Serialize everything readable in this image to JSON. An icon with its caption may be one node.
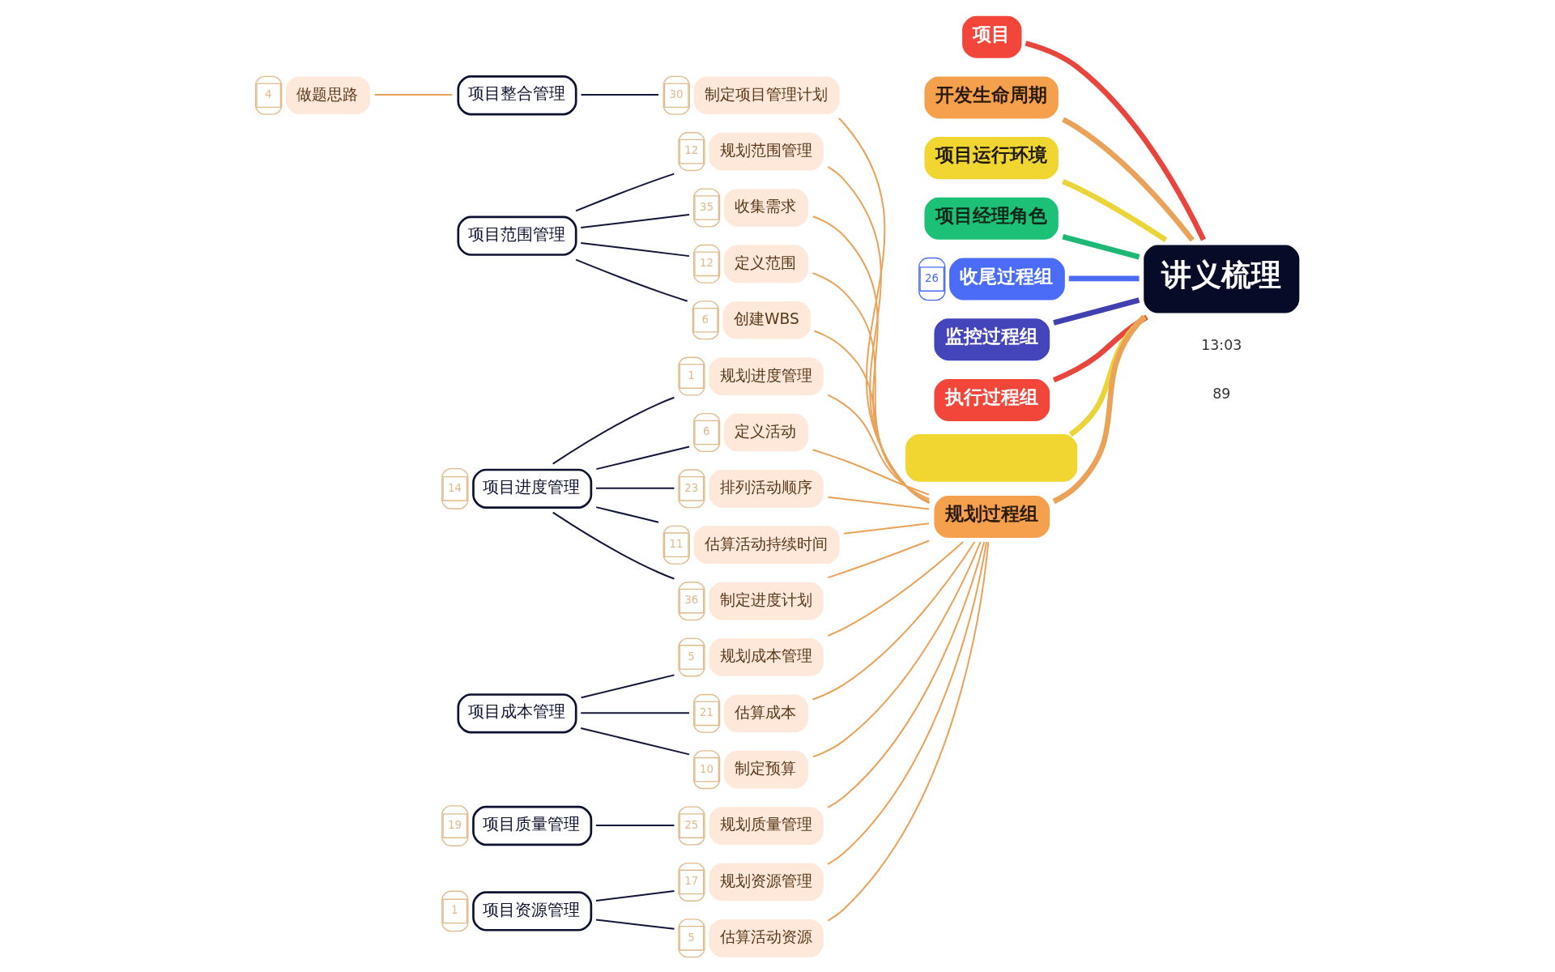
{
  "diagram": {
    "nodes": [
      {
        "text": [
          "讲义梳理"
        ]
      },
      {
        "text": [
          "项目"
        ]
      },
      {
        "text": [
          "开发生命周期"
        ]
      },
      {
        "text": [
          "项目运行环境"
        ]
      },
      {
        "text": [
          "项目经理角色"
        ]
      },
      {
        "text": [
          "收尾过程组"
        ],
        "beside": [
          "26"
        ]
      },
      {
        "text": [
          "监控过程组"
        ]
      },
      {
        "text": [
          "执行过程组"
        ]
      },
      {
        "text": [],
        "shape": "box"
      },
      {
        "text": [
          "规划过程组"
        ]
      },
      {
        "text": [
          "项目整合管理"
        ]
      },
      {
        "text": [
          "做题思路"
        ],
        "beside": [
          "4"
        ]
      },
      {
        "text": [
          "制定项目管理计划"
        ],
        "beside": [
          "30"
        ]
      },
      {
        "text": [
          "项目范围管理"
        ]
      },
      {
        "text": [
          "规划范围管理"
        ],
        "beside": [
          "12"
        ]
      },
      {
        "text": [
          "收集需求"
        ],
        "beside": [
          "35"
        ]
      },
      {
        "text": [
          "定义范围"
        ],
        "beside": [
          "12"
        ]
      },
      {
        "text": [
          "创建WBS"
        ],
        "beside": [
          "6"
        ]
      },
      {
        "text": [
          "项目进度管理"
        ],
        "beside": [
          "14"
        ]
      },
      {
        "text": [
          "规划进度管理"
        ],
        "beside": [
          "1"
        ]
      },
      {
        "text": [
          "定义活动"
        ],
        "beside": [
          "6"
        ]
      },
      {
        "text": [
          "排列活动顺序"
        ],
        "beside": [
          "23"
        ]
      },
      {
        "text": [
          "估算活动持续时间"
        ],
        "beside": [
          "11"
        ]
      },
      {
        "text": [
          "制定进度计划"
        ],
        "beside": [
          "36"
        ]
      },
      {
        "text": [
          "项目成本管理"
        ]
      },
      {
        "text": [
          "规划成本管理"
        ],
        "beside": [
          "5"
        ]
      },
      {
        "text": [
          "估算成本"
        ],
        "beside": [
          "21"
        ]
      },
      {
        "text": [
          "制定预算"
        ],
        "beside": [
          "10"
        ]
      },
      {
        "text": [
          "项目质量管理"
        ],
        "beside": [
          "19"
        ]
      },
      {
        "text": [
          "规划质量管理"
        ],
        "beside": [
          "25"
        ]
      },
      {
        "text": [
          "项目资源管理"
        ],
        "beside": [
          "1"
        ]
      },
      {
        "text": [
          "规划资源管理"
        ],
        "beside": [
          "17"
        ]
      },
      {
        "text": [
          "估算活动资源"
        ],
        "beside": [
          "5"
        ]
      }
    ],
    "edges": [
      {
        "from": 0,
        "to": 1,
        "arrow": "none",
        "style": "thick",
        "color": "#e8453c"
      },
      {
        "from": 0,
        "to": 2,
        "arrow": "none",
        "style": "thick"
      },
      {
        "from": 0,
        "to": 3,
        "arrow": "none",
        "style": "thick",
        "color": "#ebd437"
      },
      {
        "from": 0,
        "to": 4,
        "arrow": "none",
        "style": "thick",
        "color": "#1db874"
      },
      {
        "from": 0,
        "to": 5,
        "arrow": "none",
        "style": "thick",
        "color": "#4b6cf2"
      },
      {
        "from": 0,
        "to": 6,
        "arrow": "none",
        "style": "thick",
        "color": "#4040b0"
      },
      {
        "from": 0,
        "to": 7,
        "arrow": "none",
        "style": "thick",
        "color": "#e8453c"
      },
      {
        "from": 0,
        "to": 8,
        "arrow": "none",
        "style": "thick",
        "color": "#ebd437"
      },
      {
        "from": 0,
        "to": 9,
        "arrow": "none",
        "style": "thick"
      },
      {
        "from": 9,
        "to": 12,
        "arrow": "none"
      },
      {
        "from": 9,
        "to": 14,
        "arrow": "none"
      },
      {
        "from": 9,
        "to": 15,
        "arrow": "none"
      },
      {
        "from": 9,
        "to": 16,
        "arrow": "none"
      },
      {
        "from": 9,
        "to": 17,
        "arrow": "none"
      },
      {
        "from": 9,
        "to": 19,
        "arrow": "none"
      },
      {
        "from": 9,
        "to": 20,
        "arrow": "none"
      },
      {
        "from": 9,
        "to": 21,
        "arrow": "none"
      },
      {
        "from": 9,
        "to": 22,
        "arrow": "none"
      },
      {
        "from": 9,
        "to": 23,
        "arrow": "none"
      },
      {
        "from": 9,
        "to": 25,
        "arrow": "none"
      },
      {
        "from": 9,
        "to": 26,
        "arrow": "none"
      },
      {
        "from": 9,
        "to": 27,
        "arrow": "none"
      },
      {
        "from": 9,
        "to": 29,
        "arrow": "none"
      },
      {
        "from": 9,
        "to": 31,
        "arrow": "none"
      },
      {
        "from": 9,
        "to": 32,
        "arrow": "none"
      },
      {
        "from": 10,
        "to": 11,
        "arrow": "none"
      },
      {
        "from": 12,
        "to": 10,
        "arrow": "none",
        "color": "#12163a"
      },
      {
        "from": 14,
        "to": 13,
        "arrow": "none",
        "color": "#12163a"
      },
      {
        "from": 15,
        "to": 13,
        "arrow": "none",
        "color": "#12163a"
      },
      {
        "from": 16,
        "to": 13,
        "arrow": "none",
        "color": "#12163a"
      },
      {
        "from": 17,
        "to": 13,
        "arrow": "none",
        "color": "#12163a"
      },
      {
        "from": 19,
        "to": 18,
        "arrow": "none",
        "color": "#12163a"
      },
      {
        "from": 20,
        "to": 18,
        "arrow": "none",
        "color": "#12163a"
      },
      {
        "from": 21,
        "to": 18,
        "arrow": "none",
        "color": "#12163a"
      },
      {
        "from": 22,
        "to": 18,
        "arrow": "none",
        "color": "#12163a"
      },
      {
        "from": 23,
        "to": 18,
        "arrow": "none",
        "color": "#12163a"
      },
      {
        "from": 25,
        "to": 24,
        "arrow": "none",
        "color": "#12163a"
      },
      {
        "from": 26,
        "to": 24,
        "arrow": "none",
        "color": "#12163a"
      },
      {
        "from": 27,
        "to": 24,
        "arrow": "none",
        "color": "#12163a"
      },
      {
        "from": 29,
        "to": 28,
        "arrow": "none",
        "color": "#12163a"
      },
      {
        "from": 31,
        "to": 30,
        "arrow": "none",
        "color": "#12163a"
      },
      {
        "from": 32,
        "to": 30,
        "arrow": "none",
        "color": "#12163a"
      }
    ],
    "labels": [
      "89",
      "13:03"
    ]
  }
}
